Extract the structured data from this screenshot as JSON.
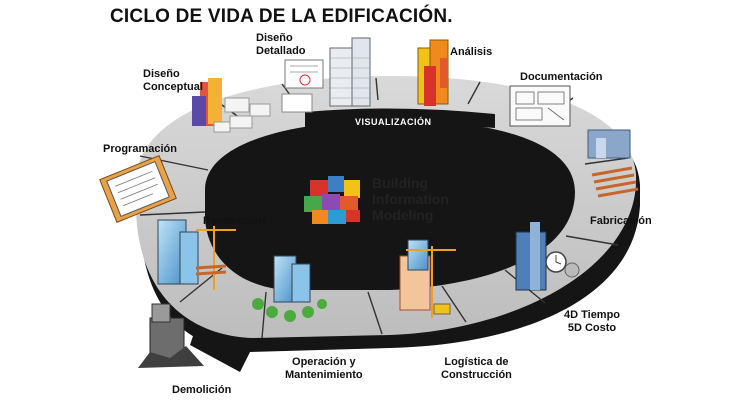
{
  "title": "CICLO DE VIDA DE LA EDIFICACIÓN.",
  "band_label": "VISUALIZACIÓN",
  "center": {
    "line1": "Building",
    "line2": "Information",
    "line3": "Modeling"
  },
  "stages": {
    "diseno_detallado": {
      "line1": "Diseño",
      "line2": "Detallado"
    },
    "analisis": "Análisis",
    "diseno_conceptual": {
      "line1": "Diseño",
      "line2": "Conceptual"
    },
    "documentacion": "Documentación",
    "programacion": "Programación",
    "fabricacion": "Fabricación",
    "renovacion": "Renovación",
    "tiempo_costo": {
      "line1": "4D Tiempo",
      "line2": "5D Costo"
    },
    "operacion": {
      "line1": "Operación y",
      "line2": "Mantenimiento"
    },
    "logistica": {
      "line1": "Logística de",
      "line2": "Construcción"
    },
    "demolicion": "Demolición"
  },
  "colors": {
    "ring_top": "#c9c9c9",
    "ring_side": "#141414",
    "accent_red": "#d7332b",
    "accent_orange": "#f08a1c",
    "accent_yellow": "#f2c21a",
    "accent_blue": "#3b7fc4"
  }
}
